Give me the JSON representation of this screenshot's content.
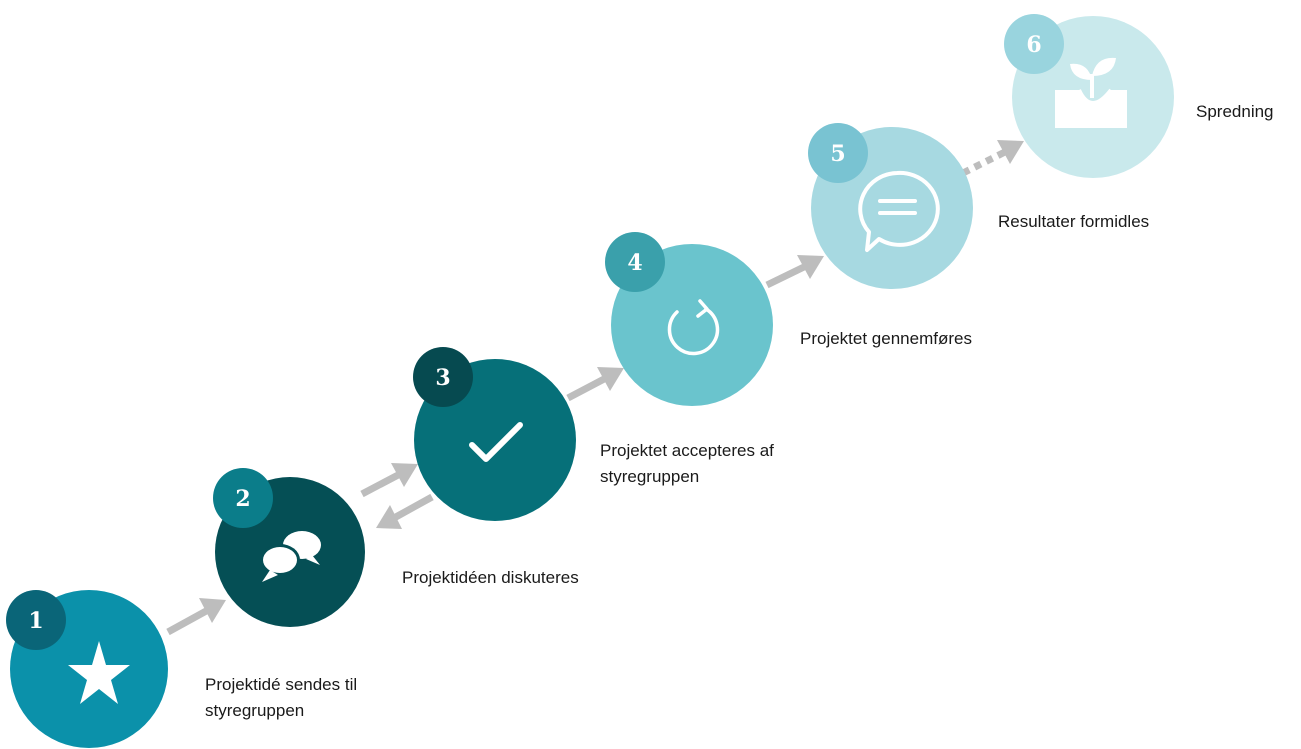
{
  "steps": [
    {
      "number": "1",
      "label": "Projektidé sendes til styregruppen",
      "icon": "star-icon",
      "color": "#0b91aa",
      "badge_color": "#0a6578"
    },
    {
      "number": "2",
      "label": "Projektidéen diskuteres",
      "icon": "speech-bubbles-icon",
      "color": "#054f55",
      "badge_color": "#0b7d8a"
    },
    {
      "number": "3",
      "label": "Projektet accepteres af styregruppen",
      "icon": "checkmark-icon",
      "color": "#067079",
      "badge_color": "#064a50"
    },
    {
      "number": "4",
      "label": "Projektet gennemføres",
      "icon": "cycle-arrow-icon",
      "color": "#6ac4cd",
      "badge_color": "#3aa0ab"
    },
    {
      "number": "5",
      "label": "Resultater formidles",
      "icon": "chat-bubble-icon",
      "color": "#a7d9e1",
      "badge_color": "#79c3d2"
    },
    {
      "number": "6",
      "label": "Spredning",
      "icon": "sprout-icon",
      "color": "#c9e9ec",
      "badge_color": "#99d4de"
    }
  ],
  "arrow_color": "#bdbdbd"
}
